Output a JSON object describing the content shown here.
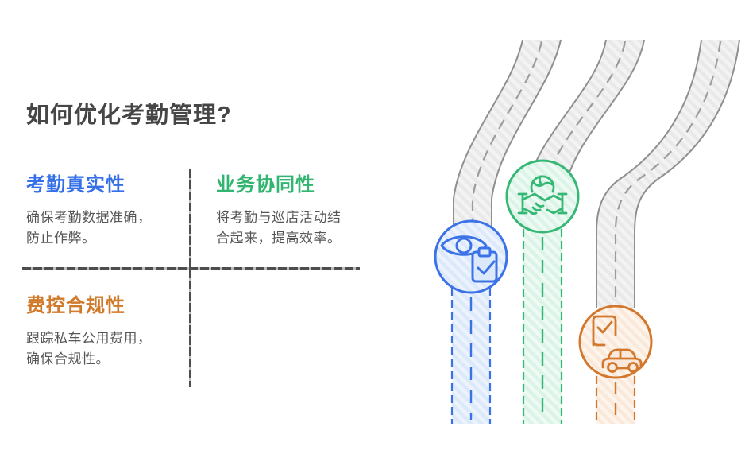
{
  "title": "如何优化考勤管理?",
  "sections": [
    {
      "id": "attendance-authenticity",
      "heading": "考勤真实性",
      "heading_color": "#3570E8",
      "body_line1": "确保考勤数据准确，",
      "body_line2": "防止作弊。",
      "icon": "eye-clipboard-check-icon"
    },
    {
      "id": "business-synergy",
      "heading": "业务协同性",
      "heading_color": "#33B572",
      "body_line1": "将考勤与巡店活动结",
      "body_line2": "合起来，提高效率。",
      "icon": "handshake-globe-icon"
    },
    {
      "id": "expense-compliance",
      "heading": "费控合规性",
      "heading_color": "#D07A2A",
      "body_line1": "跟踪私车公用费用，",
      "body_line2": "确保合规性。",
      "icon": "phone-check-car-icon"
    }
  ],
  "colors": {
    "title_text": "#464646",
    "body_text": "#565656",
    "divider_dash": "#4e4e4e",
    "divider_gap": "#bdbdbd",
    "road_gray_stroke": "#8f8f8f",
    "road_gray_fill": "#f3f3f3",
    "accent_blue": "#3B72E8",
    "accent_blue_fill": "#dce9fb",
    "accent_green": "#34B873",
    "accent_green_fill": "#dcf4e8",
    "accent_orange": "#D2772B",
    "accent_orange_fill": "#fae9da"
  }
}
